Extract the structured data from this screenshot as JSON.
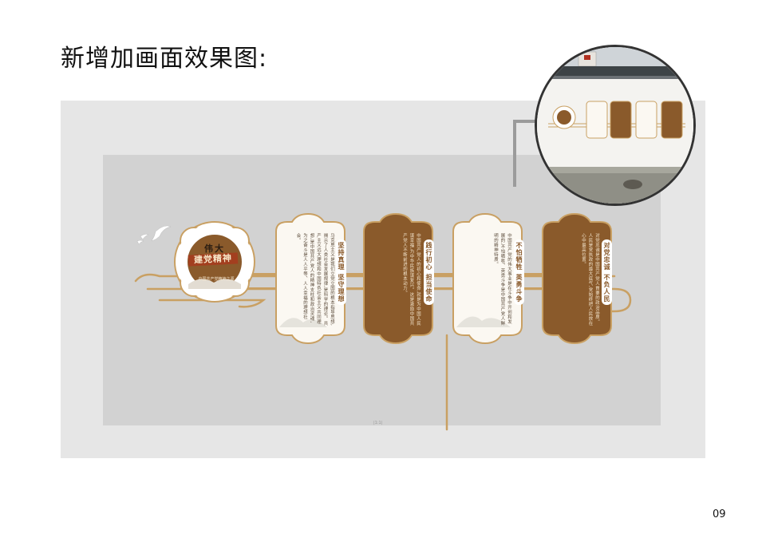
{
  "page": {
    "title": "新增加画面效果图:",
    "page_number": "09"
  },
  "wall": {
    "tag": "|1:1|"
  },
  "medallion": {
    "top_text": "伟大",
    "title": "建党精神",
    "subtitle": "中国共产党精神之源"
  },
  "cards": [
    {
      "heading": "坚持真理 坚守理想",
      "style": "light",
      "body": "马克思主义是我们立党立国的根本指导思想,揭示了人类社会发展规律,是科学的理论。共产主义远大理想和中国特色社会主义共同理想,是中国共产党人的精神支柱和政治灵魂,为之奋斗是人人平等、人人幸福的理想社会。"
    },
    {
      "heading": "践行初心 担当使命",
      "style": "dark",
      "body": "中国共产党人的初心和使命,就是为中国人民谋幸福,为中华民族谋复兴。这是激励中国共产党人不断前进的根本动力。"
    },
    {
      "heading": "不怕牺牲 英勇斗争",
      "style": "light",
      "body": "中国共产党的伟大事业是在斗争中开创和发展的,不怕牺牲、英勇斗争是中国共产党人鲜明的精神特质。"
    },
    {
      "heading": "对党忠诚 不负人民",
      "style": "dark",
      "body": "对党忠诚是中国共产党人首要的政治品质。人民是党执政的最大底气,党始终把人民放在心中最高位置。"
    }
  ],
  "colors": {
    "brown": "#8a5a2b",
    "gold": "#c9a063",
    "cream": "#fbf8f2",
    "red": "#a33f1f"
  }
}
